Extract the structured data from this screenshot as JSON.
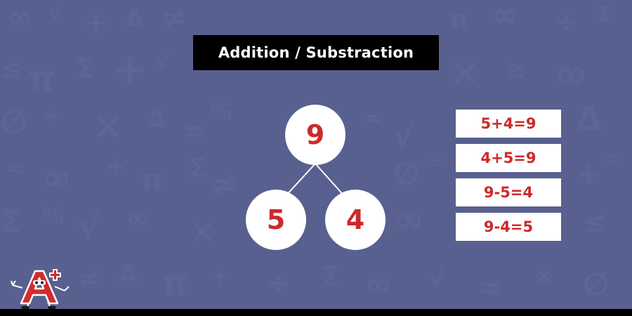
{
  "title": "Addition / Substraction",
  "number_bond": {
    "whole": "9",
    "part_a": "5",
    "part_b": "4"
  },
  "facts": [
    "5+4=9",
    "4+5=9",
    "9-5=4",
    "9-4=5"
  ],
  "logo": {
    "icon": "a-plus-mascot-icon",
    "letter": "A",
    "sign": "+"
  },
  "colors": {
    "background": "#58608f",
    "number_red": "#cc2a2a",
    "panel_black": "#000000",
    "panel_white": "#ffffff"
  }
}
